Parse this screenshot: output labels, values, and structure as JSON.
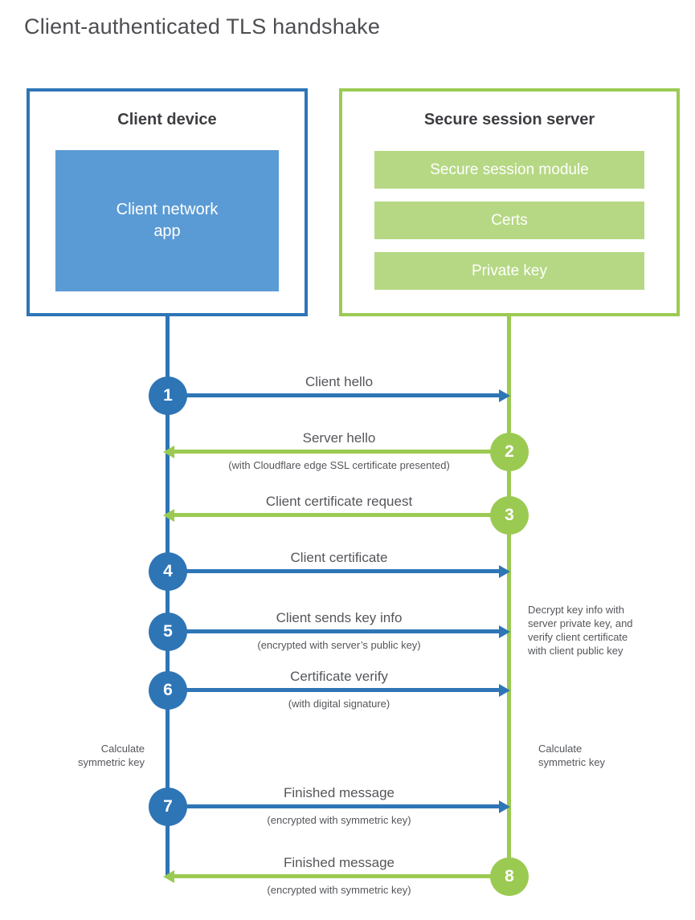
{
  "title": "Client-authenticated TLS handshake",
  "colors": {
    "blue_strong": "#2e75b6",
    "blue_fill": "#5b9bd5",
    "green_strong": "#9bca52",
    "green_fill": "#b6d884",
    "label_text": "#54565a"
  },
  "actors": {
    "client": {
      "title": "Client device",
      "app": "Client network\napp"
    },
    "server": {
      "title": "Secure session server",
      "modules": [
        "Secure session module",
        "Certs",
        "Private key"
      ]
    }
  },
  "messages": [
    {
      "num": "1",
      "label": "Client hello",
      "sub": "",
      "from": "client",
      "to": "server"
    },
    {
      "num": "2",
      "label": "Server hello",
      "sub": "(with Cloudflare edge SSL certificate presented)",
      "from": "server",
      "to": "client"
    },
    {
      "num": "3",
      "label": "Client certificate request",
      "sub": "",
      "from": "server",
      "to": "client"
    },
    {
      "num": "4",
      "label": "Client certificate",
      "sub": "",
      "from": "client",
      "to": "server"
    },
    {
      "num": "5",
      "label": "Client sends key info",
      "sub": "(encrypted with server’s public key)",
      "from": "client",
      "to": "server"
    },
    {
      "num": "6",
      "label": "Certificate verify",
      "sub": "(with digital signature)",
      "from": "client",
      "to": "server"
    },
    {
      "num": "7",
      "label": "Finished message",
      "sub": "(encrypted with symmetric key)",
      "from": "client",
      "to": "server"
    },
    {
      "num": "8",
      "label": "Finished message",
      "sub": "(encrypted with symmetric key)",
      "from": "server",
      "to": "client"
    }
  ],
  "notes": {
    "decrypt": "Decrypt key info with\nserver private key, and\nverify client certificate\nwith client public key",
    "calc_left": "Calculate\nsymmetric key",
    "calc_right": "Calculate\nsymmetric key"
  }
}
